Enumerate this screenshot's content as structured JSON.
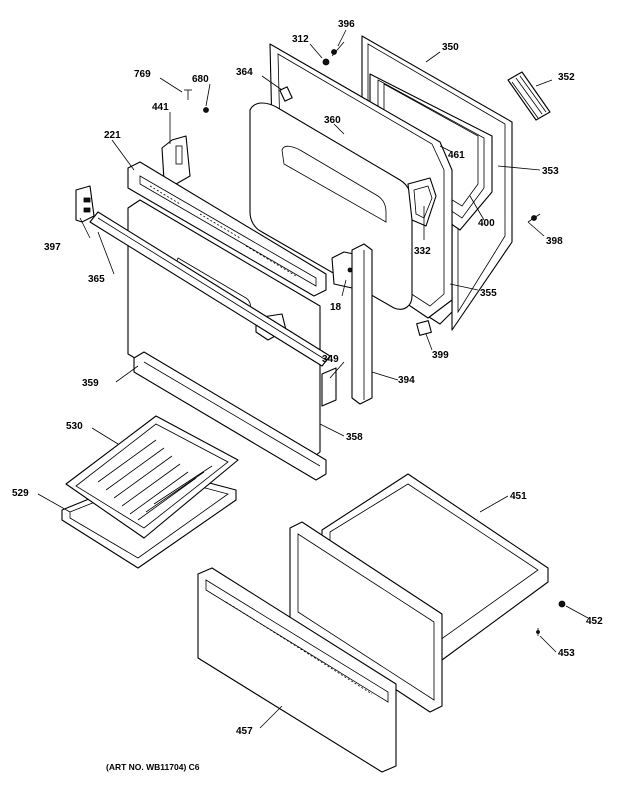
{
  "diagram": {
    "caption": "(ART NO. WB11704) C6",
    "parts": [
      {
        "id": "396"
      },
      {
        "id": "312"
      },
      {
        "id": "350"
      },
      {
        "id": "352"
      },
      {
        "id": "769"
      },
      {
        "id": "680"
      },
      {
        "id": "364"
      },
      {
        "id": "441"
      },
      {
        "id": "360"
      },
      {
        "id": "461"
      },
      {
        "id": "221"
      },
      {
        "id": "353"
      },
      {
        "id": "397"
      },
      {
        "id": "332"
      },
      {
        "id": "400"
      },
      {
        "id": "398"
      },
      {
        "id": "365"
      },
      {
        "id": "18"
      },
      {
        "id": "355"
      },
      {
        "id": "399"
      },
      {
        "id": "349"
      },
      {
        "id": "359"
      },
      {
        "id": "394"
      },
      {
        "id": "530"
      },
      {
        "id": "358"
      },
      {
        "id": "451"
      },
      {
        "id": "529"
      },
      {
        "id": "452"
      },
      {
        "id": "453"
      },
      {
        "id": "457"
      }
    ]
  }
}
